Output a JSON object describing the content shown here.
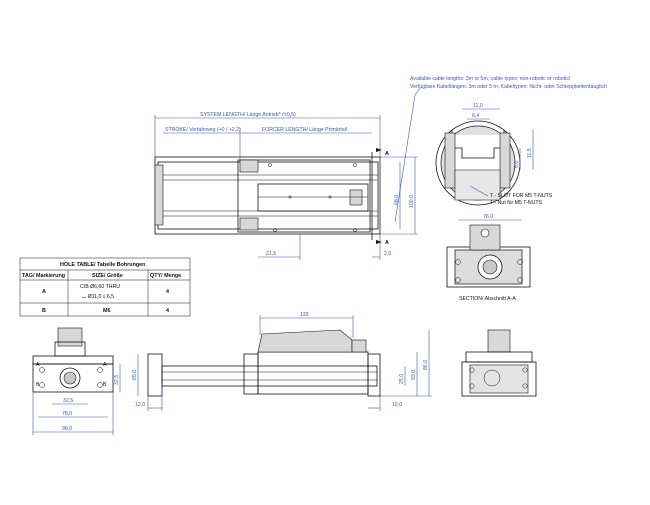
{
  "notes": {
    "cable_line1": "Available cable lengths: 3m or 5m; cable types: non-robotic or robotic/",
    "cable_line2": "Verfügbare Kabellängen: 3m oder 5 m; Kabeltypen: Nicht- oder Schleppkettentauglich",
    "tslot_line1": "T - SLOT FOR M5 T-NUTS",
    "tslot_line2": "T - Nut für M5 T-NUTS",
    "section": "SECTION/ Abschnitt A-A"
  },
  "dims_top": {
    "system_length": "SYSTEM LENGTH/ Länge Antrieb* (±0,5)",
    "stroke": "STROKE/ Verfahrweg (+0 / +2,2)",
    "forcer_length": "FORCER LENGTH/ Länge Primärteil",
    "d_21_5": "21,5",
    "d_2_0": "2,0",
    "d_68": "68,0",
    "d_100": "100,0",
    "sec_a": "A"
  },
  "dims_section": {
    "d_11": "11,0",
    "d_6_4": "6,4",
    "d_6": "6,0",
    "d_11_5": "11,5",
    "d_76": "76,0"
  },
  "hole_table": {
    "title": "HOLE TABLE/ Tabelle Bohrungen",
    "headers": [
      "TAG/ Markierung",
      "SIZE/ Größe",
      "QTY/ Menge"
    ],
    "rows": [
      {
        "tag": "A",
        "size1": "C/B  Ø6,60  THRU",
        "size2": "⌴  Ø11,0 ↧ 6,5",
        "qty": "4"
      },
      {
        "tag": "B",
        "size1": "M6",
        "size2": "",
        "qty": "4"
      }
    ]
  },
  "dims_left": {
    "d_32_5a": "32,5",
    "d_32_5b": "32,5",
    "d_78": "78,0",
    "d_98": "98,0",
    "lbl_a": "A",
    "lbl_b": "B"
  },
  "dims_mid": {
    "d_133": "133",
    "d_65": "65,0",
    "d_25": "25,0",
    "d_93": "93,0",
    "d_86": "86,0",
    "d_12a": "12,0",
    "d_12b": "12,0"
  }
}
